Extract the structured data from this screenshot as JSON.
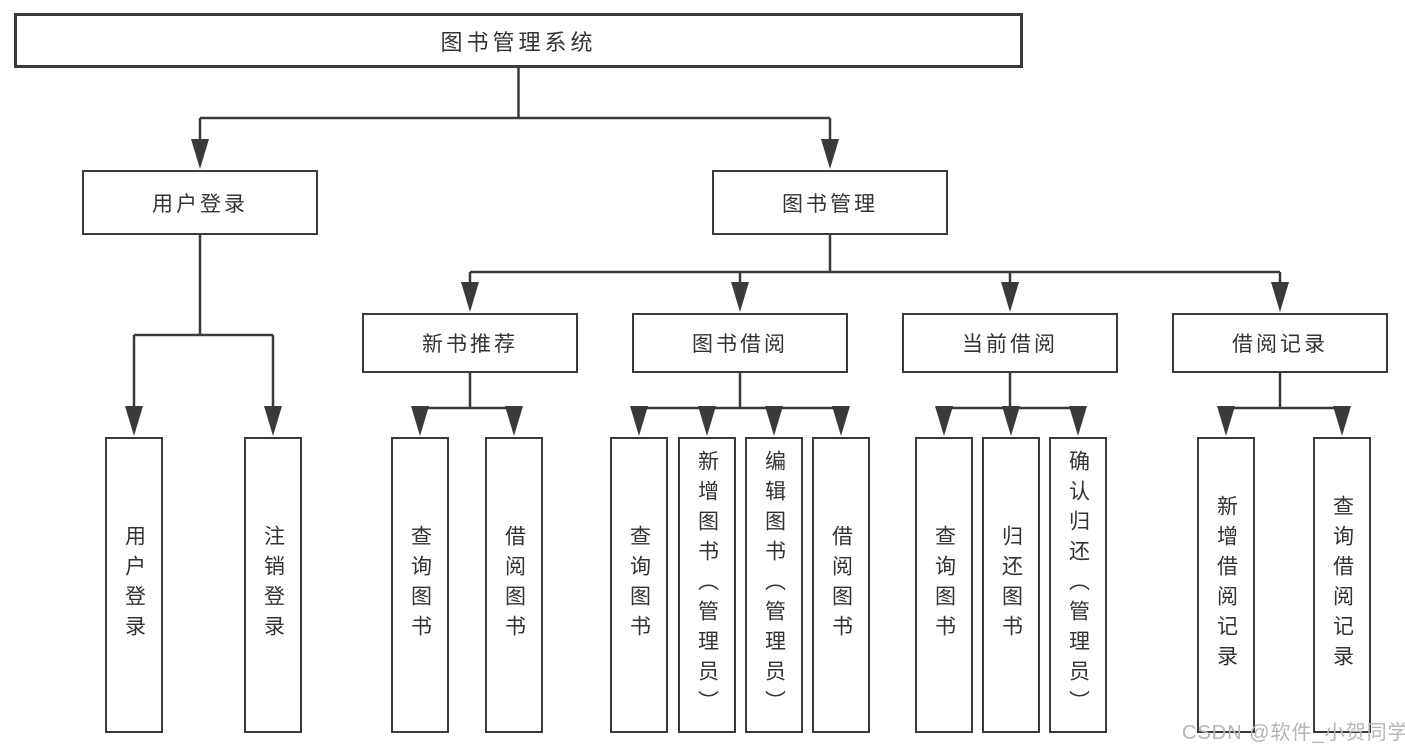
{
  "diagram": {
    "type": "hierarchy-diagram",
    "tree": {
      "label": "图书管理系统",
      "children": [
        {
          "label": "用户登录",
          "children": [
            {
              "label": "用户登录"
            },
            {
              "label": "注销登录"
            }
          ]
        },
        {
          "label": "图书管理",
          "children": [
            {
              "label": "新书推荐",
              "children": [
                {
                  "label": "查询图书"
                },
                {
                  "label": "借阅图书"
                }
              ]
            },
            {
              "label": "图书借阅",
              "children": [
                {
                  "label": "查询图书"
                },
                {
                  "label": "新增图书（管理员）"
                },
                {
                  "label": "编辑图书（管理员）"
                },
                {
                  "label": "借阅图书"
                }
              ]
            },
            {
              "label": "当前借阅",
              "children": [
                {
                  "label": "查询图书"
                },
                {
                  "label": "归还图书"
                },
                {
                  "label": "确认归还（管理员）"
                }
              ]
            },
            {
              "label": "借阅记录",
              "children": [
                {
                  "label": "新增借阅记录"
                },
                {
                  "label": "查询借阅记录"
                }
              ]
            }
          ]
        }
      ]
    },
    "watermark": {
      "text": "CSDN @软件_小贺同学",
      "color": "#b5b5b5"
    },
    "colors": {
      "line": "#3a3a3a",
      "box_border": "#3a3a3a",
      "text": "#333333",
      "background": "#ffffff"
    }
  }
}
